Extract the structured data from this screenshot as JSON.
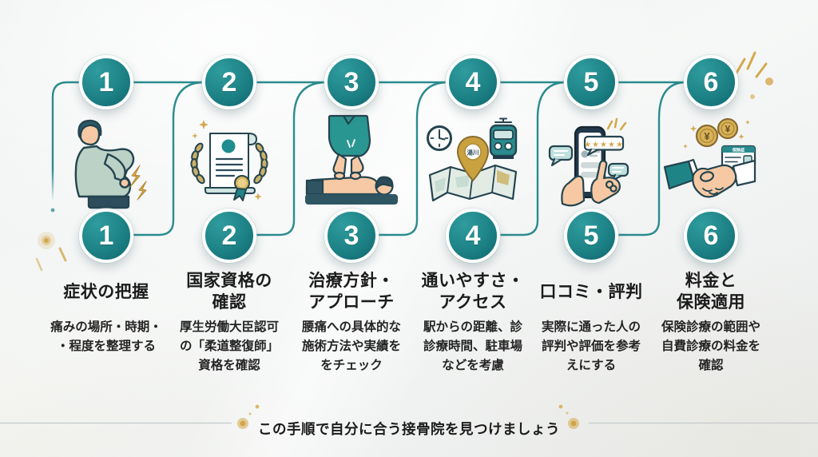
{
  "steps": [
    {
      "number": "1",
      "title": "症状の把握",
      "description": "痛みの場所・時期・\n・程度を整理する",
      "icon": "back-pain-person"
    },
    {
      "number": "2",
      "title": "国家資格の\n確認",
      "description": "厚生労働大臣認可\nの「柔道整復師」\n資格を確認",
      "icon": "certificate-with-laurel"
    },
    {
      "number": "3",
      "title": "治療方針・\nアプローチ",
      "description": "腰痛への具体的な\n施術方法や実績を\nをチェック",
      "icon": "massage-treatment"
    },
    {
      "number": "4",
      "title": "通いやすさ・\nアクセス",
      "description": "駅からの距離、診\n診療時間、駐車場\nなどを考慮",
      "icon": "map-clock-train"
    },
    {
      "number": "5",
      "title": "口コミ・評判",
      "description": "実際に通った人の\n評判や評価を参考\nえにする",
      "icon": "phone-review"
    },
    {
      "number": "6",
      "title": "料金と\n保険適用",
      "description": "保険診療の範囲や\n自費診療の料金を\n確認",
      "icon": "handshake-payment"
    }
  ],
  "icon_labels": {
    "map_pin": "湯川",
    "insurance_card": "保険証",
    "review_stars": "★★★★★",
    "coin_symbol": "¥"
  },
  "footer": {
    "text": "この手順で自分に合う接骨院を見つけましょう"
  },
  "colors": {
    "accent_teal": "#1f8486",
    "line_teal": "#2b8c8e",
    "gold": "#d4a94e",
    "text": "#1b1b1b",
    "background": "#f2f4f3"
  }
}
